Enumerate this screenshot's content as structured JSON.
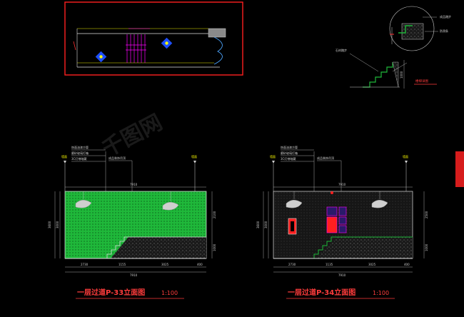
{
  "drawing": {
    "elevation_left": {
      "title": "一层过道P-33立面图",
      "scale": "1:100",
      "total_width": "7910",
      "bottom_dims": [
        "2730",
        "1155",
        "3025",
        "400"
      ],
      "left_dims": [
        "3600",
        "3000"
      ],
      "right_dims": [
        "2100",
        "1000"
      ],
      "annotations": [
        "饰面油漆方管",
        "磨砂玻璃灯箱",
        "3C灯带暗藏",
        "成品装饰吊顶"
      ],
      "side_labels": [
        "墙面",
        "墙面"
      ]
    },
    "elevation_right": {
      "title": "一层过道P-34立面图",
      "scale": "1:100",
      "total_width": "7910",
      "bottom_dims": [
        "2730",
        "1135",
        "3025",
        "400"
      ],
      "left_dims": [
        "3600",
        "3000"
      ],
      "right_dims": [
        "2500",
        "1000"
      ],
      "annotations": [
        "饰面油漆方管",
        "磨砂玻璃灯箱",
        "3C灯带暗藏",
        "成品装饰吊顶"
      ],
      "side_labels": [
        "墙面",
        "墙面"
      ]
    },
    "stair_detail": {
      "title": "楼梯详图",
      "annotations": [
        "成品踏步",
        "防滑条",
        "石材踏步"
      ],
      "dim": "1000"
    },
    "watermark": "千图网",
    "colors": {
      "background": "#000000",
      "green_fill": "#1fb83a",
      "frame_red": "#ff1f1f",
      "line_white": "#dcdcdc",
      "title_red": "#ff3c3c",
      "accent_yellow": "#ffff00",
      "accent_magenta": "#ff00ff"
    }
  }
}
